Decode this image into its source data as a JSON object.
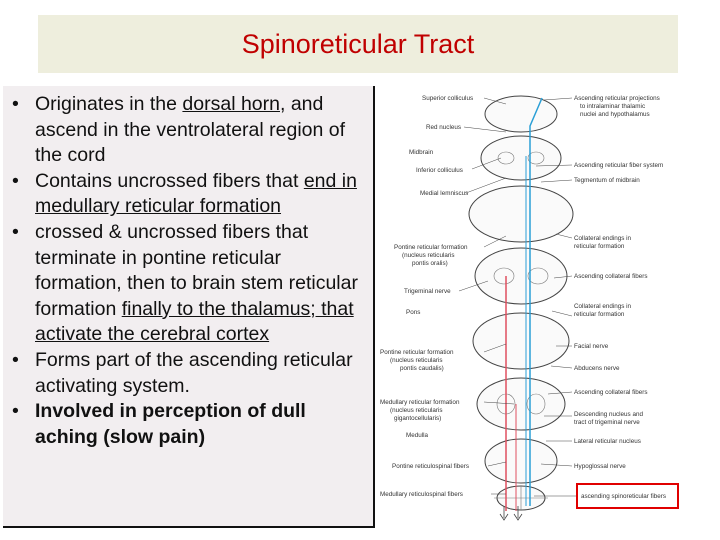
{
  "title": "Spinoreticular Tract",
  "bullets": [
    {
      "parts": [
        {
          "text": "Originates in the "
        },
        {
          "text": "dorsal horn",
          "u": true
        },
        {
          "text": ", and ascend in the ventrolateral region of the cord"
        }
      ]
    },
    {
      "parts": [
        {
          "text": "Contains uncrossed fibers that "
        },
        {
          "text": "end in medullary reticular formation",
          "u": true
        }
      ]
    },
    {
      "parts": [
        {
          "text": "crossed & uncrossed fibers that terminate in pontine reticular formation, then to brain stem reticular formation "
        },
        {
          "text": "finally to the thalamus; that activate the cerebral cortex ",
          "u": true
        }
      ]
    },
    {
      "parts": [
        {
          "text": "Forms part of the ascending reticular activating system."
        }
      ]
    },
    {
      "parts": [
        {
          "text": "Involved in perception of dull aching (slow pain)",
          "b": true
        }
      ]
    }
  ],
  "diagram": {
    "left_labels": {
      "superior_colliculus": "Superior colliculus",
      "red_nucleus": "Red nucleus",
      "midbrain": "Midbrain",
      "inferior_colliculus": "Inferior colliculus",
      "medial_lemniscus": "Medial lemniscus",
      "pontine_rf_1": "Pontine reticular formation",
      "pontine_rf_2": "(nucleus reticularis",
      "pontine_rf_3": "pontis oralis)",
      "trigeminal_nerve": "Trigeminal nerve",
      "pons": "Pons",
      "pontine_rf2_1": "Pontine reticular formation",
      "pontine_rf2_2": "(nucleus reticularis",
      "pontine_rf2_3": "pontis caudalis)",
      "medullary_rf_1": "Medullary reticular formation",
      "medullary_rf_2": "(nucleus reticularis",
      "medullary_rf_3": "gigantocellularis)",
      "medulla": "Medulla",
      "pontine_rs": "Pontine reticulospinal fibers",
      "medullary_rs": "Medullary reticulospinal fibers"
    },
    "right_labels": {
      "asc_proj_1": "Ascending reticular projections",
      "asc_proj_2": "to intralaminar thalamic",
      "asc_proj_3": "nuclei and hypothalamus",
      "asc_fiber_sys": "Ascending reticular fiber system",
      "tegmentum": "Tegmentum of midbrain",
      "collat_end_1": "Collateral endings in",
      "collat_end_2": "reticular formation",
      "asc_collat_1": "Ascending collateral fibers",
      "collat_end2_1": "Collateral endings in",
      "collat_end2_2": "reticular formation",
      "facial": "Facial nerve",
      "abducens": "Abducens nerve",
      "asc_collat_2": "Ascending collateral fibers",
      "desc_nuc_1": "Descending nucleus and",
      "desc_nuc_2": "tract of trigeminal nerve",
      "lateral_rn": "Lateral reticular nucleus",
      "hypoglossal": "Hypoglossal nerve",
      "spinoreticular": "ascending spinoreticular fibers"
    },
    "colors": {
      "ascending": "#2a9fd6",
      "descending": "#e05060",
      "highlight": "#e00000"
    }
  }
}
